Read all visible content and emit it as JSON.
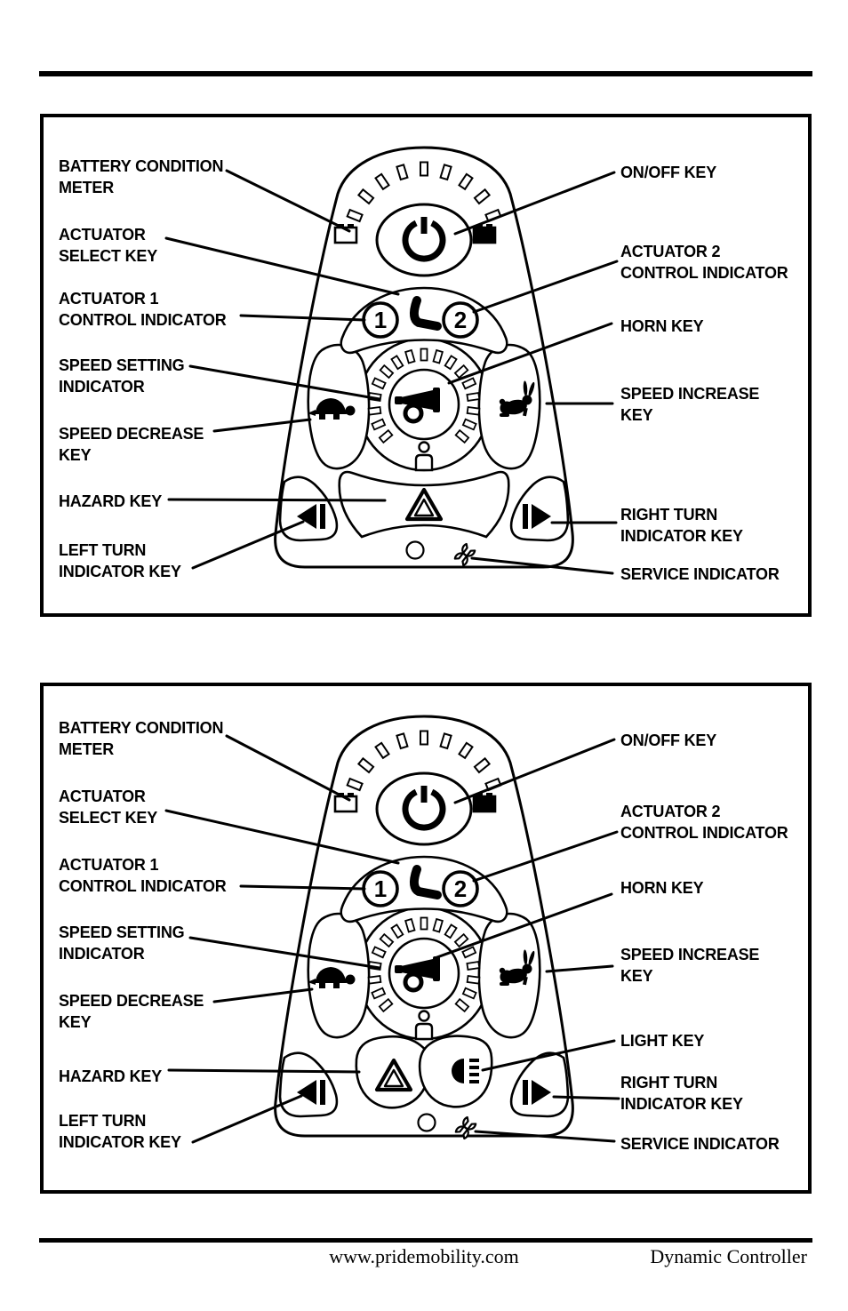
{
  "footer": {
    "website": "www.pridemobility.com",
    "product": "Dynamic Controller"
  },
  "colors": {
    "ink": "#000000",
    "paper": "#ffffff"
  },
  "panel1": {
    "labels": {
      "battery_condition_meter": "BATTERY CONDITION\nMETER",
      "actuator_select_key": "ACTUATOR\nSELECT KEY",
      "actuator1_control_indicator": "ACTUATOR 1\nCONTROL INDICATOR",
      "speed_setting_indicator": "SPEED SETTING\nINDICATOR",
      "speed_decrease_key": "SPEED DECREASE\nKEY",
      "hazard_key": "HAZARD KEY",
      "left_turn_indicator_key": "LEFT TURN\nINDICATOR KEY",
      "on_off_key": "ON/OFF KEY",
      "actuator2_control_indicator": "ACTUATOR 2\nCONTROL INDICATOR",
      "horn_key": "HORN KEY",
      "speed_increase_key": "SPEED INCREASE\nKEY",
      "right_turn_indicator_key": "RIGHT TURN\nINDICATOR KEY",
      "service_indicator": "SERVICE INDICATOR"
    },
    "keypad": {
      "actuator1_number": "1",
      "actuator2_number": "2"
    }
  },
  "panel2": {
    "labels": {
      "battery_condition_meter": "BATTERY CONDITION\nMETER",
      "actuator_select_key": "ACTUATOR\nSELECT KEY",
      "actuator1_control_indicator": "ACTUATOR 1\nCONTROL INDICATOR",
      "speed_setting_indicator": "SPEED SETTING\nINDICATOR",
      "speed_decrease_key": "SPEED DECREASE\nKEY",
      "hazard_key": "HAZARD KEY",
      "left_turn_indicator_key": "LEFT TURN\nINDICATOR KEY",
      "on_off_key": "ON/OFF KEY",
      "actuator2_control_indicator": "ACTUATOR 2\nCONTROL INDICATOR",
      "horn_key": "HORN KEY",
      "speed_increase_key": "SPEED INCREASE\nKEY",
      "light_key": "LIGHT KEY",
      "right_turn_indicator_key": "RIGHT TURN\nINDICATOR KEY",
      "service_indicator": "SERVICE INDICATOR"
    },
    "keypad": {
      "actuator1_number": "1",
      "actuator2_number": "2"
    }
  }
}
